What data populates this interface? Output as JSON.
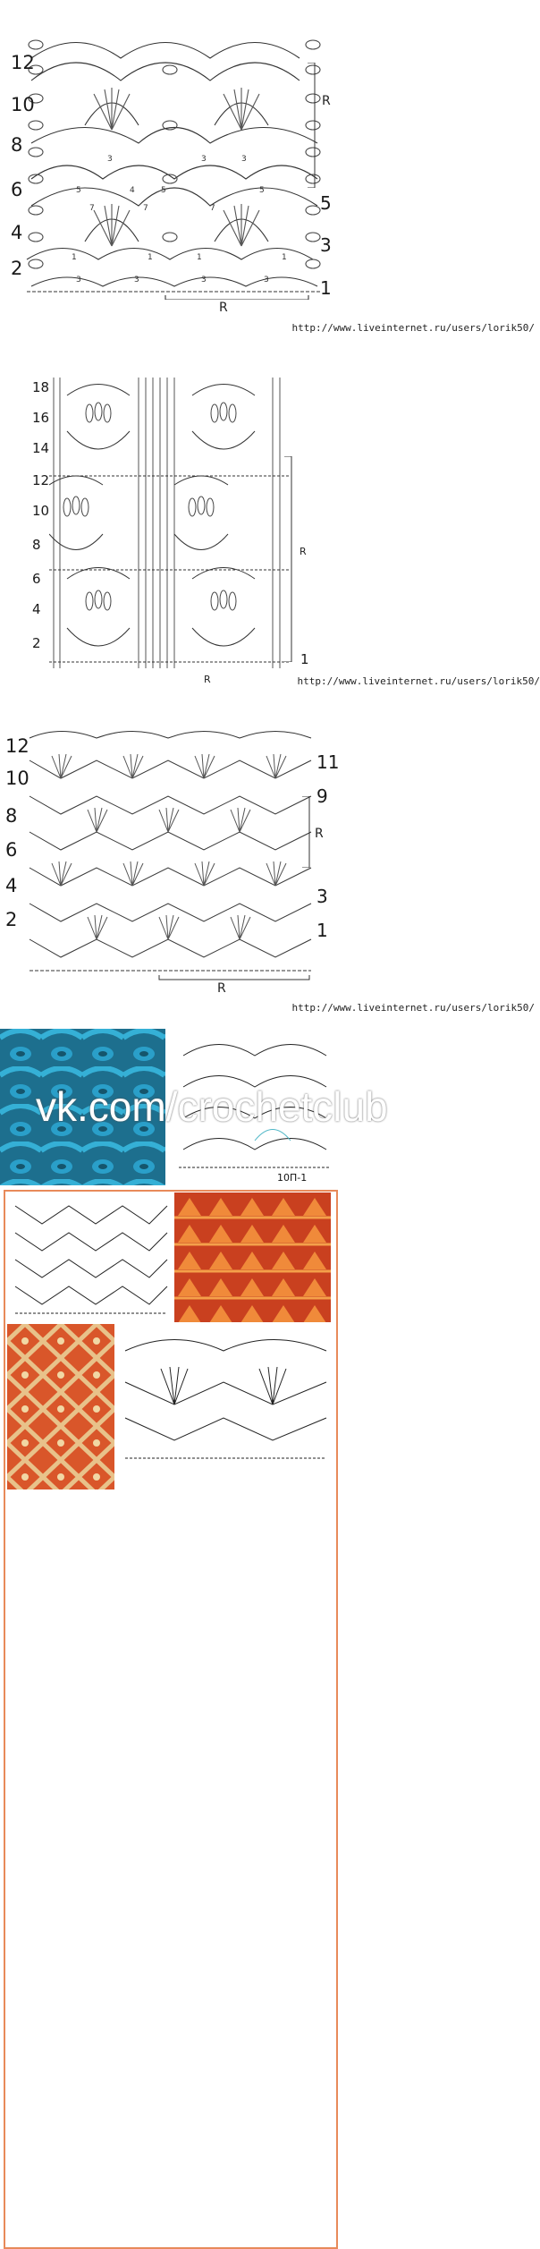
{
  "source_url": "http://www.liveinternet.ru/users/lorik50/",
  "panel1": {
    "left_rows": [
      "12",
      "10",
      "8",
      "6",
      "4",
      "2"
    ],
    "right_rows": [
      "5",
      "3",
      "1"
    ],
    "repeat_label": "R",
    "side_label": "R"
  },
  "panel2": {
    "left_rows": [
      "18",
      "16",
      "14",
      "12",
      "10",
      "8",
      "6",
      "4",
      "2"
    ],
    "right_rows": [
      "1"
    ],
    "repeat_label": "R"
  },
  "panel3": {
    "left_rows": [
      "12",
      "10",
      "8",
      "6",
      "4",
      "2"
    ],
    "right_rows": [
      "11",
      "9",
      "3",
      "1"
    ],
    "repeat_label": "R",
    "side_label": "R"
  },
  "panel4": {
    "watermark": "vk.com/crochetclub",
    "caption": "10П-1",
    "colors": {
      "yarn_blue": "#2a9fc9",
      "photo_bg": "#1d6f8e"
    }
  },
  "panel5": {
    "colors": {
      "yarn_orange": "#f08a3a",
      "orange_bg": "#c9401f",
      "border": "#e88a5a"
    }
  }
}
